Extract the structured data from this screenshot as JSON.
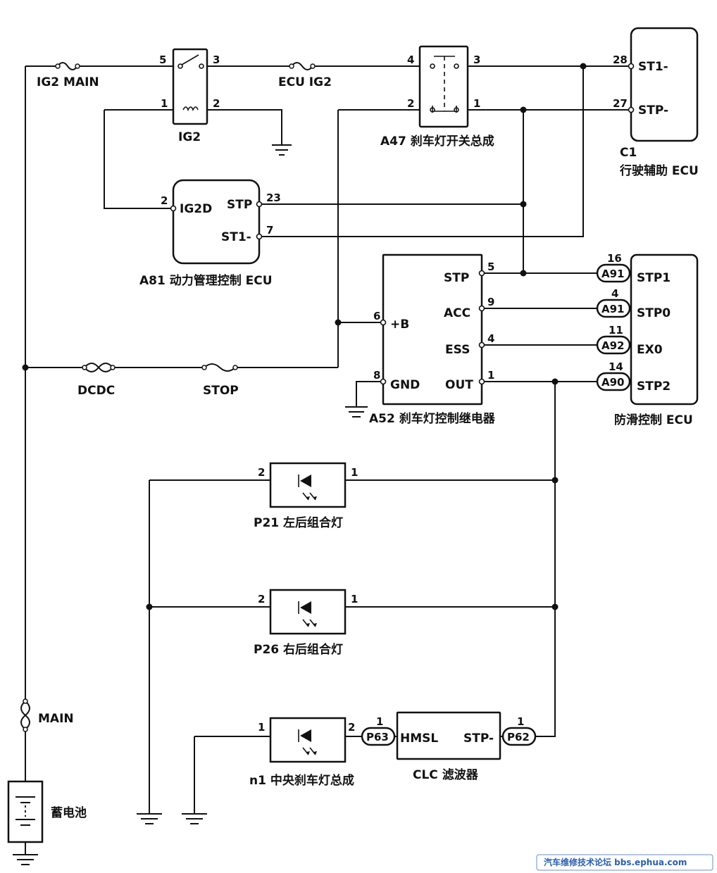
{
  "labels": {
    "ig2_main": "IG2 MAIN",
    "ecu_ig2": "ECU IG2",
    "ig2_relay": "IG2",
    "a47": "A47 刹车灯开关总成",
    "c1_code": "C1",
    "c1_name": "行驶辅助 ECU",
    "c1_st1": "ST1-",
    "c1_stp": "STP-",
    "a81_name": "A81 动力管理控制 ECU",
    "a81_ig2d": "IG2D",
    "a81_stp": "STP",
    "a81_st1": "ST1-",
    "a52_name": "A52 刹车灯控制继电器",
    "a52_stp": "STP",
    "a52_acc": "ACC",
    "a52_ess": "ESS",
    "a52_out": "OUT",
    "a52_b": "+B",
    "a52_gnd": "GND",
    "abs_name": "防滑控制 ECU",
    "abs_stp1": "STP1",
    "abs_stp0": "STP0",
    "abs_ex0": "EX0",
    "abs_stp2": "STP2",
    "dcdc": "DCDC",
    "stop": "STOP",
    "main": "MAIN",
    "battery": "蓄电池",
    "p21": "P21 左后组合灯",
    "p26": "P26 右后组合灯",
    "n1": "n1 中央刹车灯总成",
    "clc_name": "CLC 滤波器",
    "clc_hmsl": "HMSL",
    "clc_stp": "STP-",
    "watermark": "汽车维修技术论坛 bbs.ephua.com"
  },
  "pins": {
    "ig2_5": "5",
    "ig2_3": "3",
    "ig2_1": "1",
    "ig2_2": "2",
    "a47_4": "4",
    "a47_3": "3",
    "a47_2": "2",
    "a47_1": "1",
    "c1_28": "28",
    "c1_27": "27",
    "a81_2": "2",
    "a81_23": "23",
    "a81_7": "7",
    "a52_5": "5",
    "a52_9": "9",
    "a52_4": "4",
    "a52_1": "1",
    "a52_6": "6",
    "a52_8": "8",
    "abs_16": "16",
    "abs_4": "4",
    "abs_11": "11",
    "abs_14": "14",
    "p21_2": "2",
    "p21_1": "1",
    "p26_2": "2",
    "p26_1": "1",
    "n1_1": "1",
    "n1_2": "2",
    "clc_in": "1",
    "clc_out": "1"
  },
  "connectors": {
    "a91_a": "A91",
    "a91_b": "A91",
    "a92": "A92",
    "a90": "A90",
    "p63": "P63",
    "p62": "P62"
  },
  "icons": [
    "fuse-icon",
    "relay-switch-icon",
    "relay-coil-icon",
    "ground-icon",
    "led-lamp-icon",
    "battery-icon",
    "splice-dot-icon",
    "fusible-link-icon"
  ]
}
